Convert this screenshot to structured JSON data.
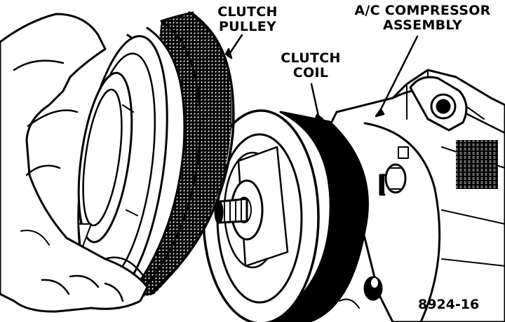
{
  "labels": {
    "clutch_pulley": [
      "CLUTCH",
      "PULLEY"
    ],
    "clutch_coil": [
      "CLUTCH",
      "COIL"
    ],
    "compressor_assembly": [
      "A/C COMPRESSOR",
      "ASSEMBLY"
    ]
  },
  "figure_number": "8924-16",
  "colors": {
    "ink": "#000000",
    "paper": "#ffffff"
  }
}
